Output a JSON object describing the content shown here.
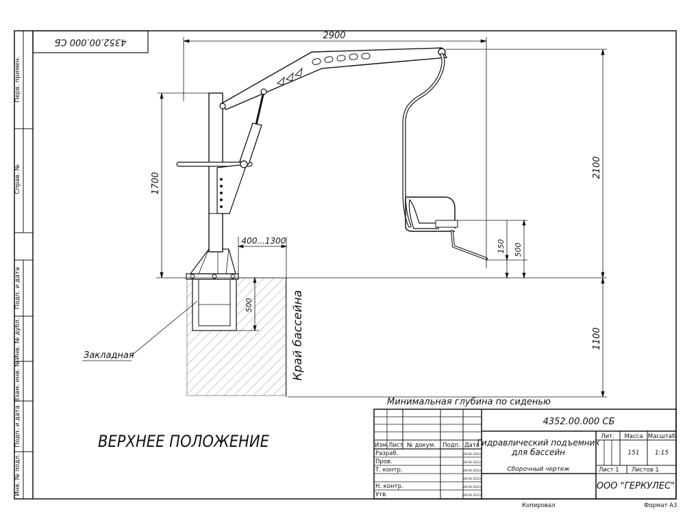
{
  "code_top": "4352.00.000 СБ",
  "side_stamps": {
    "perv_primen": "Перв. примен.",
    "sprav_no": "Справ. №",
    "podp_data_1": "Подп. и дата",
    "inv_dubl": "Инв. № дубл.",
    "vzam_inv": "Взам. инв. №",
    "podp_data_2": "Подп. и дата",
    "inv_podl": "Инв. № подл."
  },
  "dimensions": {
    "width_2900": "2900",
    "height_1700": "1700",
    "height_2100": "2100",
    "depth_1100": "1100",
    "range_400_1300": "400...1300",
    "d500_embed": "500",
    "d500_seat": "500",
    "d150_seat": "150"
  },
  "annotations": {
    "pool_edge": "Край бассейна",
    "embed_part": "Закладная",
    "min_depth": "Минимальная глубина по сиденью",
    "position": "ВЕРХНЕЕ ПОЛОЖЕНИЕ"
  },
  "title_block": {
    "code": "4352.00.000 СБ",
    "name_line1": "Гидравлический подъемник",
    "name_line2": "для бассейн",
    "doc_type": "Сборочный чертеж",
    "headers": {
      "izm": "Изм.",
      "list": "Лист",
      "doc_no": "№ докум.",
      "podp": "Подп.",
      "data": "Дата"
    },
    "roles": [
      "Разраб.",
      "Пров.",
      "Т. контр.",
      "",
      "Н. контр.",
      "Утв."
    ],
    "dates": [
      "28.06.2023",
      "28.06.2023",
      "28.06.2023",
      "28.06.2023",
      "28.06.2023",
      "28.06.2023"
    ],
    "lit_label": "Лит.",
    "mass_label": "Масса",
    "scale_label": "Масштаб",
    "mass_value": "151",
    "scale_value": "1:15",
    "sheet_label": "Лист 1",
    "sheets_label": "Листов 1",
    "company": "ООО \"ГЕРКУЛЕС\""
  },
  "footer": {
    "copied": "Копировал",
    "format": "Формат А3"
  }
}
